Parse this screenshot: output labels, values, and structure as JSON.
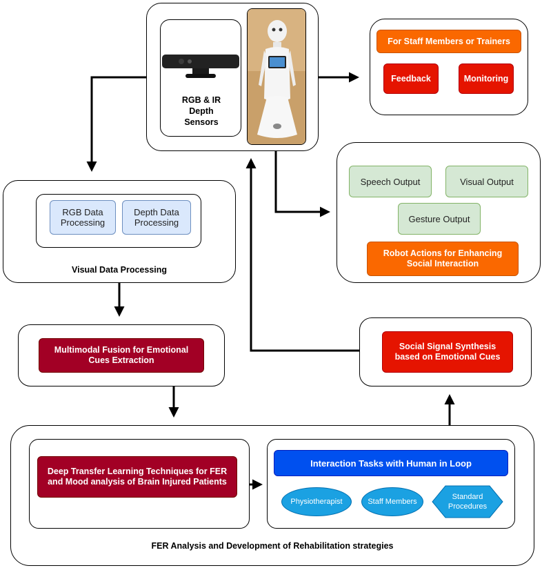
{
  "sensors": {
    "label": "RGB & IR\nDepth\nSensors"
  },
  "staff_panel": {
    "title": "For Staff Members or Trainers",
    "feedback": "Feedback",
    "monitoring": "Monitoring"
  },
  "robot_panel": {
    "speech": "Speech Output",
    "visual": "Visual Output",
    "gesture": "Gesture Output",
    "actions": "Robot Actions for Enhancing Social Interaction"
  },
  "visual_processing": {
    "rgb": "RGB Data Processing",
    "depth": "Depth Data Processing",
    "label": "Visual Data Processing"
  },
  "fusion": {
    "label": "Multimodal Fusion for Emotional Cues Extraction"
  },
  "synthesis": {
    "label": "Social Signal Synthesis based on Emotional Cues"
  },
  "fer": {
    "deep_learning": "Deep Transfer Learning Techniques for FER and Mood analysis of Brain Injured Patients",
    "interaction": "Interaction Tasks with Human in Loop",
    "physio": "Physiotherapist",
    "staff": "Staff Members",
    "procedures": "Standard Procedures",
    "label": "FER Analysis and Development of Rehabilitation strategies"
  },
  "colors": {
    "red": "#e51400",
    "orange": "#fa6800",
    "maroon": "#a20025",
    "green": "#d5e8d4",
    "light_blue": "#dae8fc",
    "blue": "#0050ef",
    "cyan": "#1ba1e2"
  }
}
